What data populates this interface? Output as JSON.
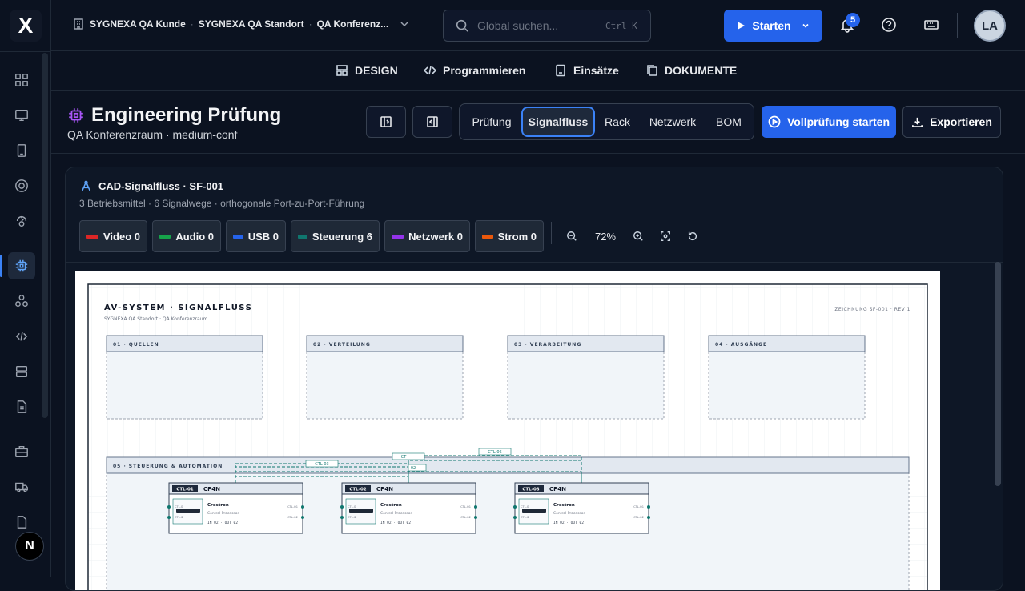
{
  "app": {
    "logo_letter": "X",
    "bottom_logo_letter": "N"
  },
  "breadcrumb": {
    "customer": "SYGNEXA QA Kunde",
    "site": "SYGNEXA QA Standort",
    "room": "QA Konferenz..."
  },
  "search": {
    "placeholder": "Global suchen...",
    "shortcut": "Ctrl K"
  },
  "topbar": {
    "start_label": "Starten",
    "notification_count": "5",
    "user_initials": "LA"
  },
  "subnav": [
    {
      "label": "DESIGN",
      "icon": "layout-icon"
    },
    {
      "label": "Programmieren",
      "icon": "code-icon"
    },
    {
      "label": "Einsätze",
      "icon": "device-icon"
    },
    {
      "label": "DOKUMENTE",
      "icon": "documents-icon"
    }
  ],
  "header": {
    "title": "Engineering Prüfung",
    "subtitle": "QA Konferenzraum · medium-conf"
  },
  "tabs": [
    "Prüfung",
    "Signalfluss",
    "Rack",
    "Netzwerk",
    "BOM"
  ],
  "actions": {
    "full_check": "Vollprüfung starten",
    "export": "Exportieren"
  },
  "panel": {
    "title": "CAD-Signalfluss · SF-001",
    "subtitle": "3 Betriebsmittel · 6 Signalwege · orthogonale Port-zu-Port-Führung",
    "zoom": "72%"
  },
  "chips": [
    {
      "label": "Video 0",
      "color": "#dc2626"
    },
    {
      "label": "Audio 0",
      "color": "#16a34a"
    },
    {
      "label": "USB 0",
      "color": "#2563eb"
    },
    {
      "label": "Steuerung 6",
      "color": "#0f766e"
    },
    {
      "label": "Netzwerk 0",
      "color": "#9333ea"
    },
    {
      "label": "Strom 0",
      "color": "#ea580c"
    }
  ],
  "drawing": {
    "title": "AV-SYSTEM · SIGNALFLUSS",
    "subtitle": "SYGNEXA QA Standort · QA Konferenzraum",
    "revision": "ZEICHNUNG SF-001 · REV 1",
    "zones": [
      "01 · QUELLEN",
      "02 · VERTEILUNG",
      "03 · VERARBEITUNG",
      "04 · AUSGÄNGE"
    ],
    "control_zone": "05 · STEUERUNG & AUTOMATION",
    "wire_labels": [
      "CTL-03",
      "CT",
      "02",
      "CTL-06"
    ],
    "devices": [
      {
        "tag": "CTL-01",
        "model": "CP4N",
        "maker": "Crestron",
        "type": "Control Processor",
        "io": "IN 02 · OUT 02",
        "port_in_1": "CTL-I1",
        "port_in_2": "CTL-I2",
        "port_out_1": "CTL-O1",
        "port_out_2": "CTL-O2"
      },
      {
        "tag": "CTL-02",
        "model": "CP4N",
        "maker": "Crestron",
        "type": "Control Processor",
        "io": "IN 02 · OUT 02",
        "port_in_1": "CTL-I1",
        "port_in_2": "CTL-I2",
        "port_out_1": "CTL-O1",
        "port_out_2": "CTL-O2"
      },
      {
        "tag": "CTL-03",
        "model": "CP4N",
        "maker": "Crestron",
        "type": "Control Processor",
        "io": "IN 02 · OUT 02",
        "port_in_1": "CTL-I1",
        "port_in_2": "CTL-I2",
        "port_out_1": "CTL-O1",
        "port_out_2": "CTL-O2"
      }
    ]
  }
}
